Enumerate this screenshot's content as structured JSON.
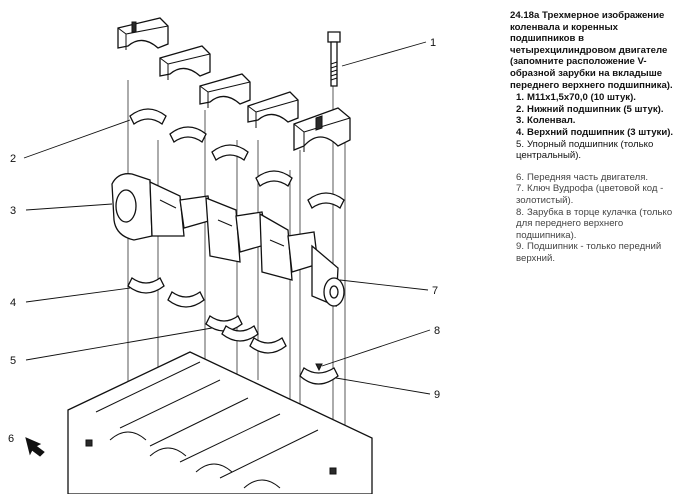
{
  "caption": {
    "title": "24.18а Трехмерное изображение коленвала и коренных подшипников в четырехцилиндровом двигателе (запомните расположение V-образной зарубки на вкладыше переднего верхнего подшипника).",
    "items": [
      {
        "num": "1.",
        "text": "M11x1,5x70,0 (10 штук)."
      },
      {
        "num": "2.",
        "text": "Нижний подшипник (5 штук)."
      },
      {
        "num": "3.",
        "text": "Коленвал."
      },
      {
        "num": "4.",
        "text": "Верхний подшипник (3 штуки)."
      },
      {
        "num": "5.",
        "text": "Упорный подшипник (только центральный)."
      },
      {
        "num": "6.",
        "text": "Передняя часть двигателя."
      },
      {
        "num": "7.",
        "text": "Ключ Вудрофа (цветовой код - золотистый)."
      },
      {
        "num": "8.",
        "text": "Зарубка в торце кулачка (только для переднего верхнего подшипника)."
      },
      {
        "num": "9.",
        "text": "Подшипник - только передний верхний."
      }
    ]
  },
  "callouts": [
    "1",
    "2",
    "3",
    "4",
    "5",
    "6",
    "7",
    "8",
    "9"
  ]
}
